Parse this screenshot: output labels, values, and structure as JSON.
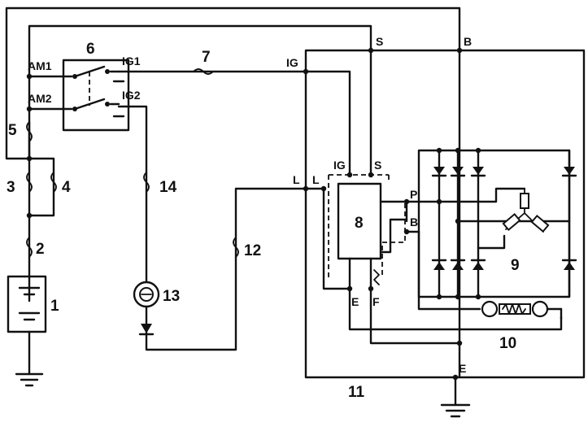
{
  "terminals": {
    "am1": "AM1",
    "am2": "AM2",
    "ig1": "IG1",
    "ig2": "IG2",
    "ig_main": "IG",
    "s_top": "S",
    "b_top": "B",
    "ig_reg": "IG",
    "s_reg": "S",
    "l_ext": "L",
    "l_int": "L",
    "p": "P",
    "b_reg": "B",
    "e_reg": "E",
    "f_reg": "F",
    "e_ground": "E"
  },
  "components": {
    "c1": "1",
    "c2": "2",
    "c3": "3",
    "c4": "4",
    "c5": "5",
    "c6": "6",
    "c7": "7",
    "c8": "8",
    "c9": "9",
    "c10": "10",
    "c11": "11",
    "c12": "12",
    "c13": "13",
    "c14": "14"
  }
}
